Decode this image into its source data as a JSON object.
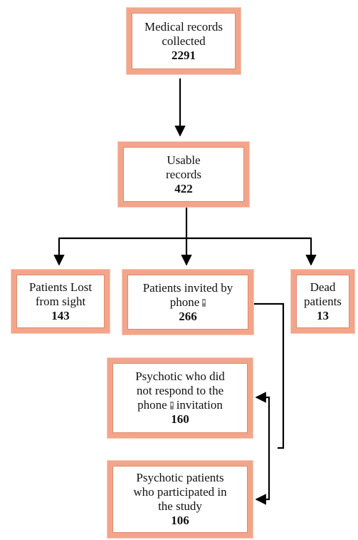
{
  "flowchart": {
    "collected": {
      "label_line1": "Medical records",
      "label_line2": "collected",
      "count": "2291"
    },
    "usable": {
      "label_line1": "Usable",
      "label_line2": "records",
      "count": "422"
    },
    "lost": {
      "label_line1": "Patients Lost",
      "label_line2": "from sight",
      "count": "143"
    },
    "invited": {
      "label_line1": "Patients invited by",
      "label_line2": "phone",
      "count": "266"
    },
    "dead": {
      "label_line1": "Dead",
      "label_line2": "patients",
      "count": "13"
    },
    "no_response": {
      "label_line1": "Psychotic who did",
      "label_line2": "not respond to the",
      "label_line3a": "phone",
      "label_line3b": "invitation",
      "count": "160"
    },
    "participated": {
      "label_line1": "Psychotic patients",
      "label_line2": "who participated in",
      "label_line3": "the study",
      "count": "106"
    }
  },
  "colors": {
    "box_border": "#f2a58a",
    "arrow": "#000000"
  },
  "icons": [
    "mobile-phone-icon"
  ]
}
